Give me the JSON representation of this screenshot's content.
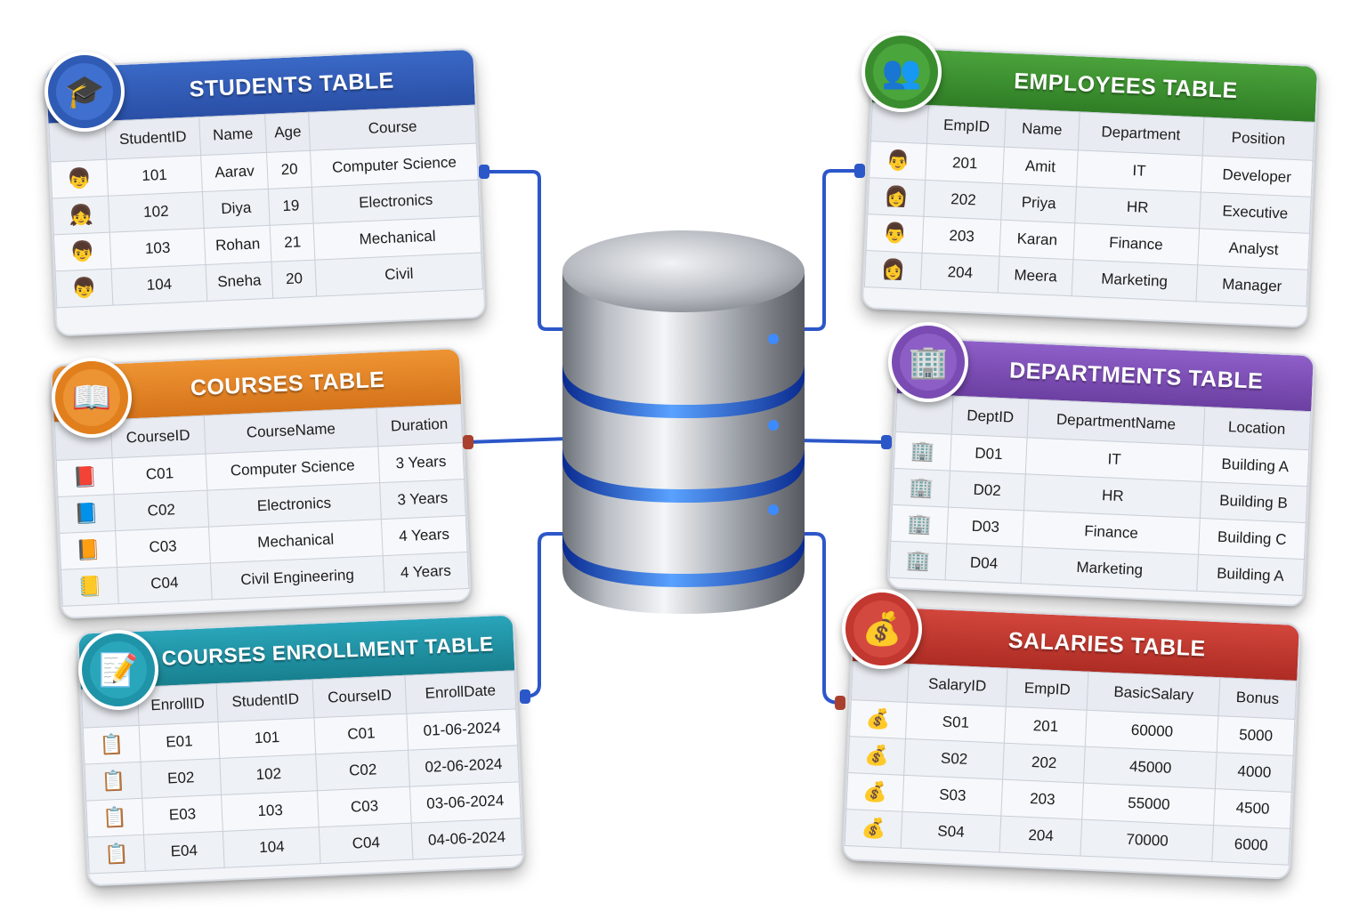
{
  "colors": {
    "students": "#2f5bb5",
    "courses": "#e07f1c",
    "enrollment": "#1f93a8",
    "employees": "#3a8d2e",
    "departments": "#7a4bb3",
    "salaries": "#c2372f",
    "wire": "#2c57c9"
  },
  "students": {
    "title": "STUDENTS TABLE",
    "icon": "graduation-cap-icon",
    "row_icon": "student-avatar-icon",
    "columns": [
      "StudentID",
      "Name",
      "Age",
      "Course"
    ],
    "rows": [
      [
        "101",
        "Aarav",
        "20",
        "Computer Science"
      ],
      [
        "102",
        "Diya",
        "19",
        "Electronics"
      ],
      [
        "103",
        "Rohan",
        "21",
        "Mechanical"
      ],
      [
        "104",
        "Sneha",
        "20",
        "Civil"
      ]
    ]
  },
  "courses": {
    "title": "COURSES TABLE",
    "icon": "open-book-icon",
    "row_icon": "book-icon",
    "columns": [
      "CourseID",
      "CourseName",
      "Duration"
    ],
    "rows": [
      [
        "C01",
        "Computer Science",
        "3 Years"
      ],
      [
        "C02",
        "Electronics",
        "3 Years"
      ],
      [
        "C03",
        "Mechanical",
        "4 Years"
      ],
      [
        "C04",
        "Civil Engineering",
        "4 Years"
      ]
    ]
  },
  "enrollment": {
    "title": "COURSES ENROLLMENT TABLE",
    "icon": "clipboard-pencil-icon",
    "row_icon": "clipboard-icon",
    "columns": [
      "EnrollID",
      "StudentID",
      "CourseID",
      "EnrollDate"
    ],
    "rows": [
      [
        "E01",
        "101",
        "C01",
        "01-06-2024"
      ],
      [
        "E02",
        "102",
        "C02",
        "02-06-2024"
      ],
      [
        "E03",
        "103",
        "C03",
        "03-06-2024"
      ],
      [
        "E04",
        "104",
        "C04",
        "04-06-2024"
      ]
    ]
  },
  "employees": {
    "title": "EMPLOYEES TABLE",
    "icon": "people-group-icon",
    "row_icon": "employee-avatar-icon",
    "columns": [
      "EmpID",
      "Name",
      "Department",
      "Position"
    ],
    "rows": [
      [
        "201",
        "Amit",
        "IT",
        "Developer"
      ],
      [
        "202",
        "Priya",
        "HR",
        "Executive"
      ],
      [
        "203",
        "Karan",
        "Finance",
        "Analyst"
      ],
      [
        "204",
        "Meera",
        "Marketing",
        "Manager"
      ]
    ]
  },
  "departments": {
    "title": "DEPARTMENTS TABLE",
    "icon": "office-building-icon",
    "row_icon": "building-icon",
    "columns": [
      "DeptID",
      "DepartmentName",
      "Location"
    ],
    "rows": [
      [
        "D01",
        "IT",
        "Building A"
      ],
      [
        "D02",
        "HR",
        "Building B"
      ],
      [
        "D03",
        "Finance",
        "Building C"
      ],
      [
        "D04",
        "Marketing",
        "Building A"
      ]
    ]
  },
  "salaries": {
    "title": "SALARIES TABLE",
    "icon": "money-bag-icon",
    "row_icon": "money-bag-icon",
    "columns": [
      "SalaryID",
      "EmpID",
      "BasicSalary",
      "Bonus"
    ],
    "rows": [
      [
        "S01",
        "201",
        "60000",
        "5000"
      ],
      [
        "S02",
        "202",
        "45000",
        "4000"
      ],
      [
        "S03",
        "203",
        "55000",
        "4500"
      ],
      [
        "S04",
        "204",
        "70000",
        "6000"
      ]
    ]
  }
}
